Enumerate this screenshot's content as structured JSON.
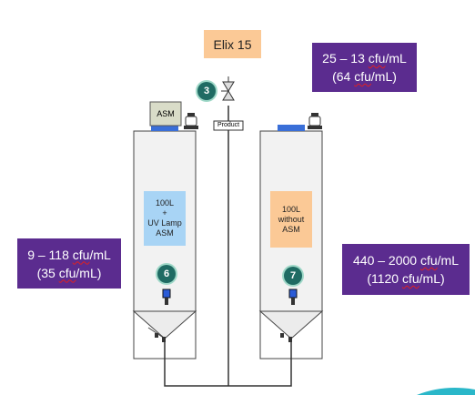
{
  "title": "Elix 15",
  "product_label": "Product",
  "asm_unit_label": "ASM",
  "valve_number": "3",
  "left_tank": {
    "description": [
      "100L",
      "+",
      "UV Lamp",
      "ASM"
    ],
    "badge": "6",
    "range_value": "9 – 118",
    "range_unit": "cfu",
    "range_suffix": "/mL",
    "avg_prefix": "(35",
    "avg_unit": "cfu",
    "avg_suffix": "/mL)"
  },
  "right_tank": {
    "description": [
      "100L",
      "without",
      "ASM"
    ],
    "badge": "7",
    "range_value": "440 – 2000",
    "range_unit": "cfu",
    "range_suffix": "/mL",
    "avg_prefix": "(1120",
    "avg_unit": "cfu",
    "avg_suffix": "/mL)"
  },
  "product_line": {
    "range_value": "25 – 13",
    "range_unit": "cfu",
    "range_suffix": "/mL",
    "avg_prefix": "(64",
    "avg_unit": "cfu",
    "avg_suffix": "/mL)"
  },
  "colors": {
    "callout": "#5b2c8f",
    "tank_desc_left": "#a8d4f5",
    "tank_desc_right": "#fbc996",
    "badge": "#1f6b63",
    "lid": "#3a6fd8"
  }
}
